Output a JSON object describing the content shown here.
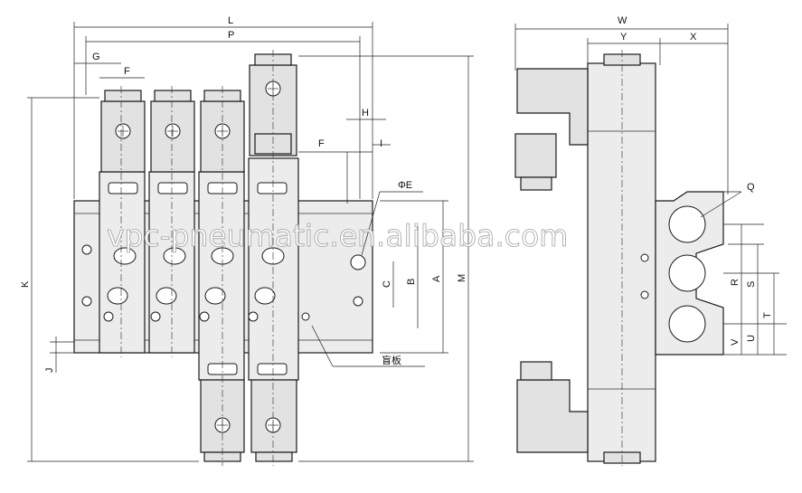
{
  "labels": {
    "L": "L",
    "P": "P",
    "G": "G",
    "F_top": "F",
    "H": "H",
    "F_right": "F",
    "I": "I",
    "phiE": "ΦE",
    "C": "C",
    "B": "B",
    "A": "A",
    "M": "M",
    "K": "K",
    "J": "J",
    "W": "W",
    "Y": "Y",
    "X": "X",
    "Q": "Q",
    "R": "R",
    "S": "S",
    "T": "T",
    "V": "V",
    "U": "U"
  },
  "blank_plate_label": "盲板",
  "watermark": "vpc-pneumatic.en.alibaba.com"
}
